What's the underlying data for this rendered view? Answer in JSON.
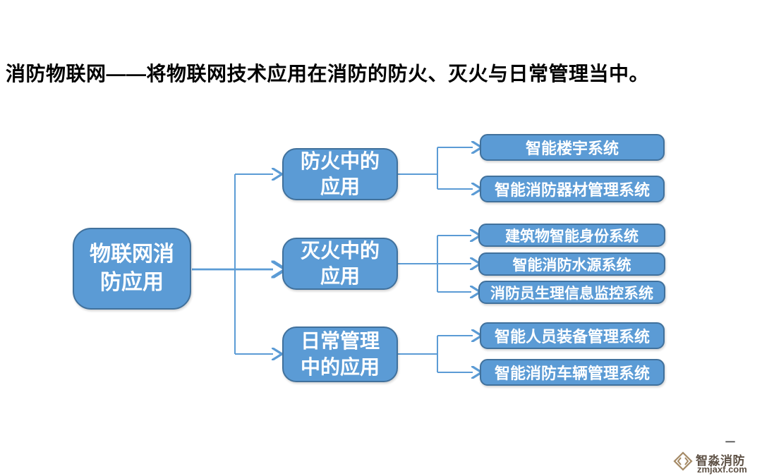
{
  "title": "消防物联网——将物联网技术应用在消防的防火、灭火与日常管理当中。",
  "colors": {
    "node_fill": "#5B9BD5",
    "node_border": "#41719C",
    "connector": "#5B9BD5",
    "node_text": "#ffffff",
    "title_text": "#000000",
    "watermark_text": "#5f5246",
    "watermark_icon": "#a58a66"
  },
  "tree": {
    "root": "物联网消防应用",
    "branches": [
      {
        "label": "防火中的应用",
        "children": [
          "智能楼宇系统",
          "智能消防器材管理系统"
        ]
      },
      {
        "label": "灭火中的应用",
        "children": [
          "建筑物智能身份系统",
          "智能消防水源系统",
          "消防员生理信息监控系统"
        ]
      },
      {
        "label": "日常管理中的应用",
        "children": [
          "智能人员装备管理系统",
          "智能消防车辆管理系统"
        ]
      }
    ]
  },
  "watermark": {
    "brand": "智淼消防",
    "site": "zmjaxf.com",
    "mark": "一"
  }
}
